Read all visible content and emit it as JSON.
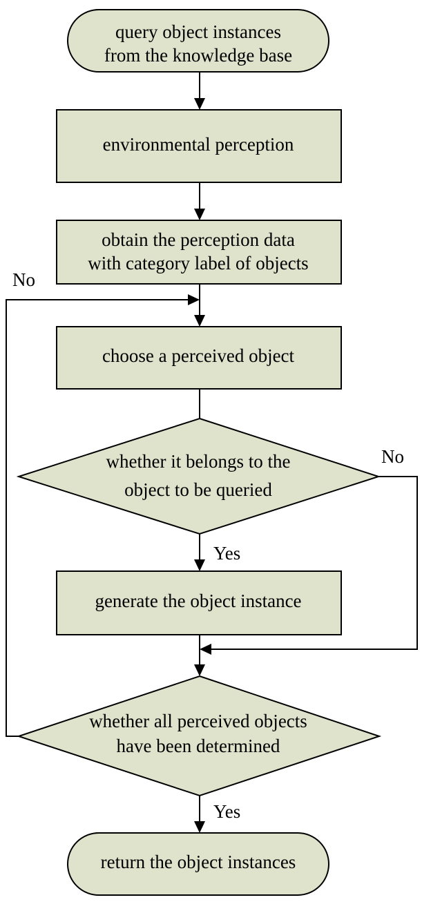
{
  "nodes": {
    "query": {
      "shape": "terminal",
      "lines": [
        "query object instances",
        "from the knowledge base"
      ]
    },
    "perception": {
      "shape": "process",
      "lines": [
        "environmental perception"
      ]
    },
    "obtain": {
      "shape": "process",
      "lines": [
        "obtain the perception data",
        "with category label of objects"
      ]
    },
    "choose": {
      "shape": "process",
      "lines": [
        "choose a perceived object"
      ]
    },
    "belongs": {
      "shape": "decision",
      "lines": [
        "whether it belongs to the",
        "object to be queried"
      ]
    },
    "generate": {
      "shape": "process",
      "lines": [
        "generate the object instance"
      ]
    },
    "all_determined": {
      "shape": "decision",
      "lines": [
        "whether all perceived objects",
        "have been determined"
      ]
    },
    "return": {
      "shape": "terminal",
      "lines": [
        "return the object instances"
      ]
    }
  },
  "edge_labels": {
    "belongs_yes": "Yes",
    "belongs_no": "No",
    "all_yes": "Yes",
    "all_no": "No"
  },
  "colors": {
    "node_fill": "#dfe3cc",
    "stroke": "#000000",
    "background": "#ffffff"
  }
}
